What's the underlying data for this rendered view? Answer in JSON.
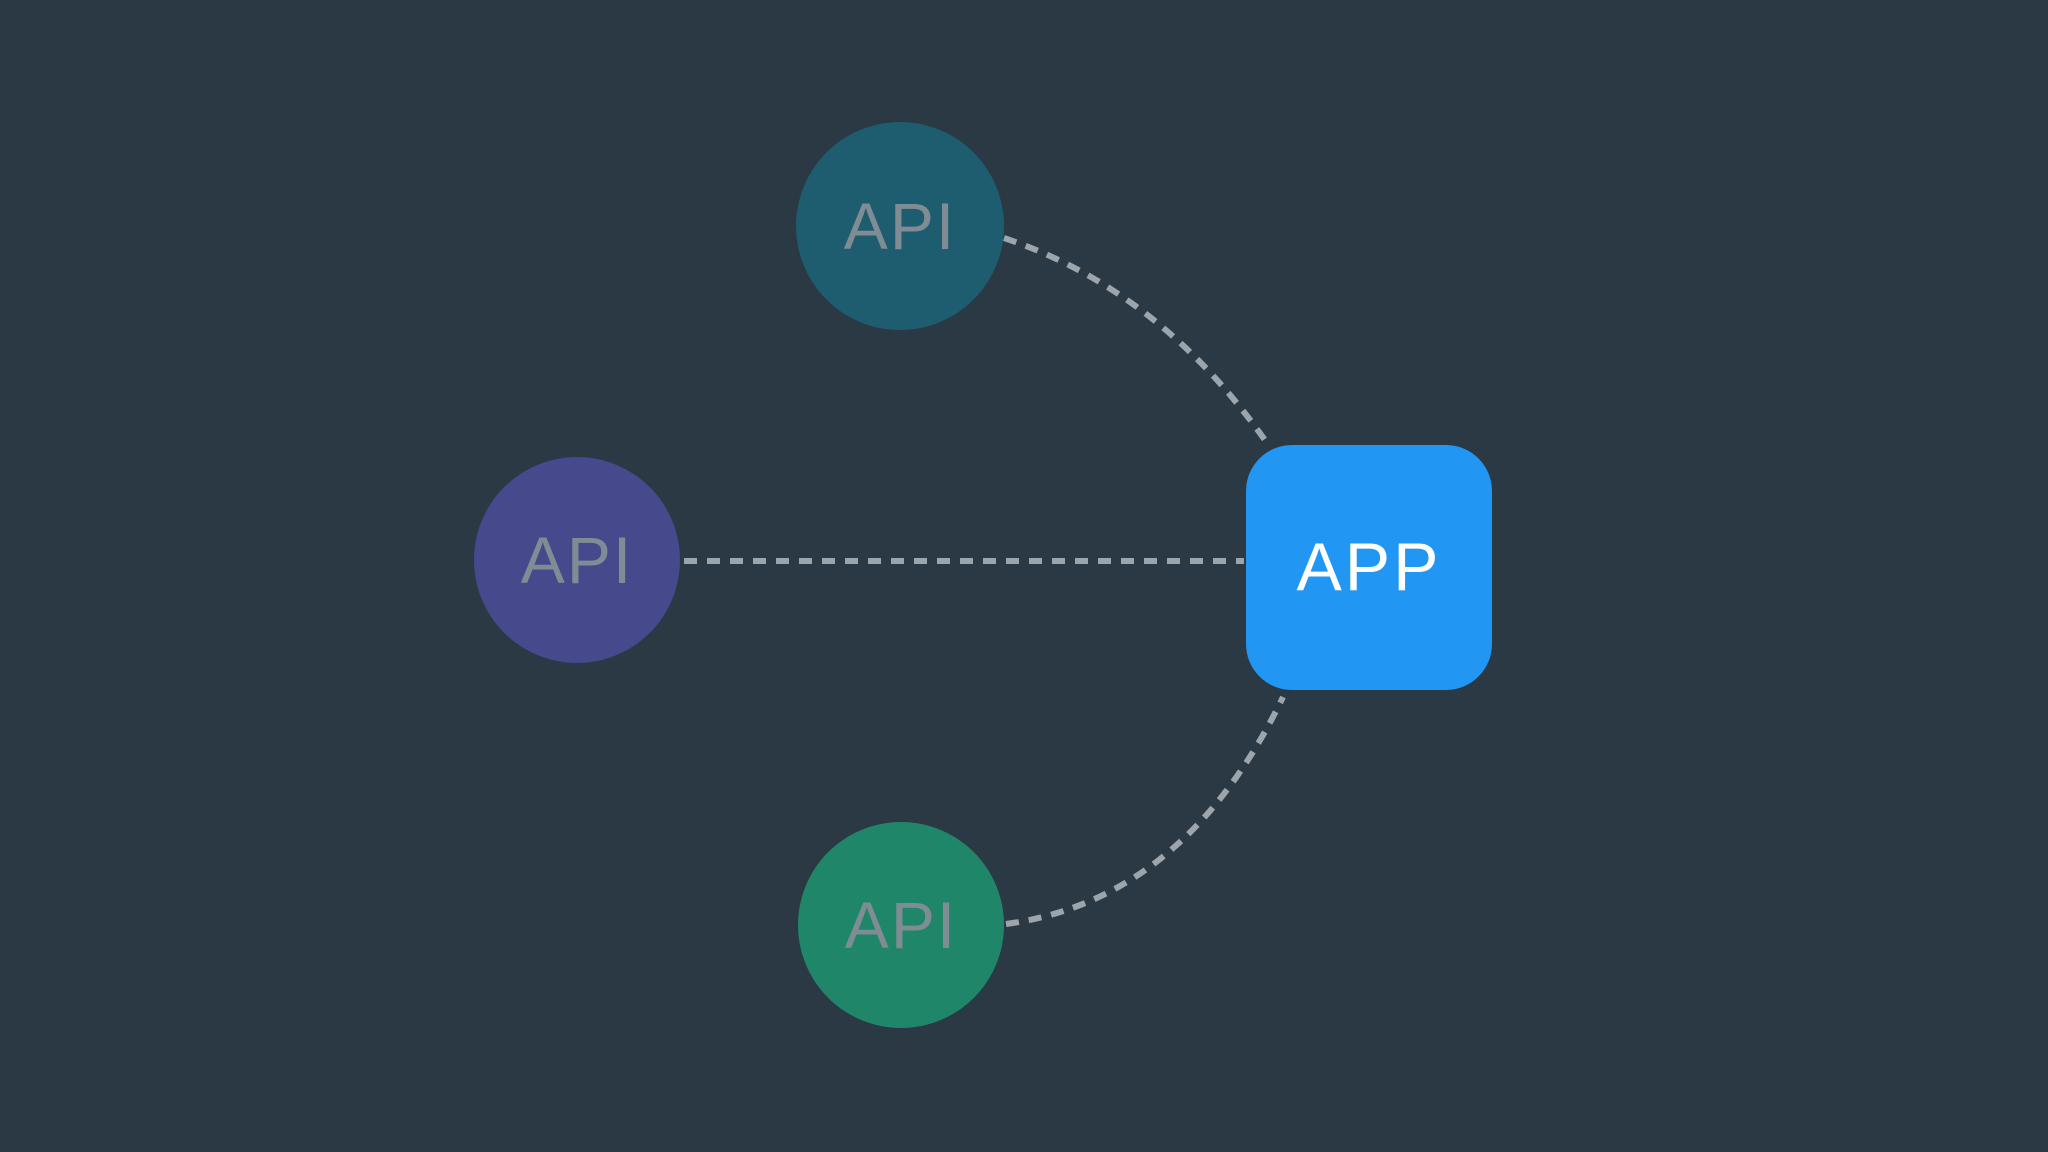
{
  "diagram": {
    "title": "api-to-app-architecture",
    "background_color": "#2B3944",
    "connection": {
      "color": "#9CA5AB",
      "style": "dashed"
    },
    "api_label_color": "#7F8C93",
    "api_nodes": [
      {
        "position": "top",
        "label": "API",
        "shape": "circle",
        "fill": "#1E5C70"
      },
      {
        "position": "middle",
        "label": "API",
        "shape": "circle",
        "fill": "#46498C"
      },
      {
        "position": "bottom",
        "label": "API",
        "shape": "circle",
        "fill": "#20866A"
      }
    ],
    "app_node": {
      "label": "APP",
      "shape": "rounded-square",
      "fill": "#2196F3",
      "label_color": "#FFFFFF"
    }
  }
}
